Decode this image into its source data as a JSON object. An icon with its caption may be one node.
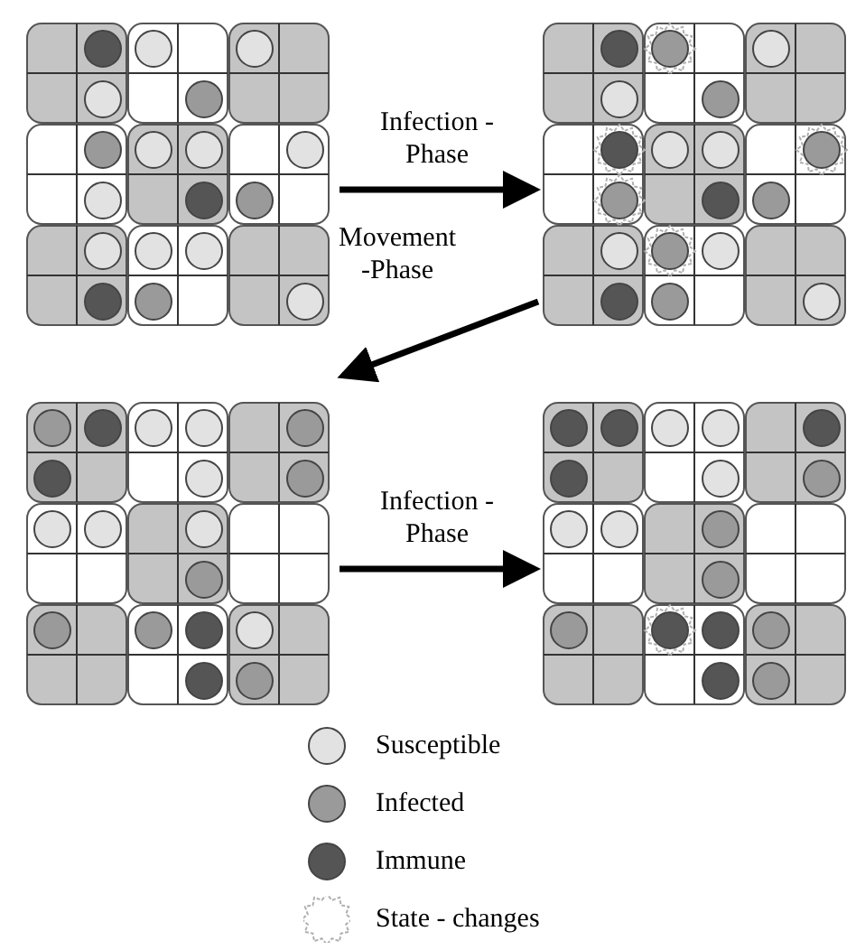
{
  "diagram": {
    "nodes": [
      {
        "text": [],
        "shape": "grid"
      },
      {
        "text": [],
        "shape": "grid"
      },
      {
        "text": [],
        "shape": "grid"
      },
      {
        "text": [],
        "shape": "grid"
      }
    ],
    "edges": [
      {
        "from": 0,
        "to": 1,
        "arrow": "to",
        "label": "Infection - Phase"
      },
      {
        "from": 1,
        "to": 2,
        "arrow": "to",
        "label": "Movement -Phase"
      },
      {
        "from": 2,
        "to": 3,
        "arrow": "to",
        "label": "Infection - Phase"
      }
    ],
    "legend": [
      {
        "text": "Susceptible",
        "color": "#e2e2e2"
      },
      {
        "text": "Infected",
        "color": "#9a9a9a"
      },
      {
        "text": "Immune",
        "color": "#555555"
      },
      {
        "text": "State - changes"
      }
    ]
  }
}
